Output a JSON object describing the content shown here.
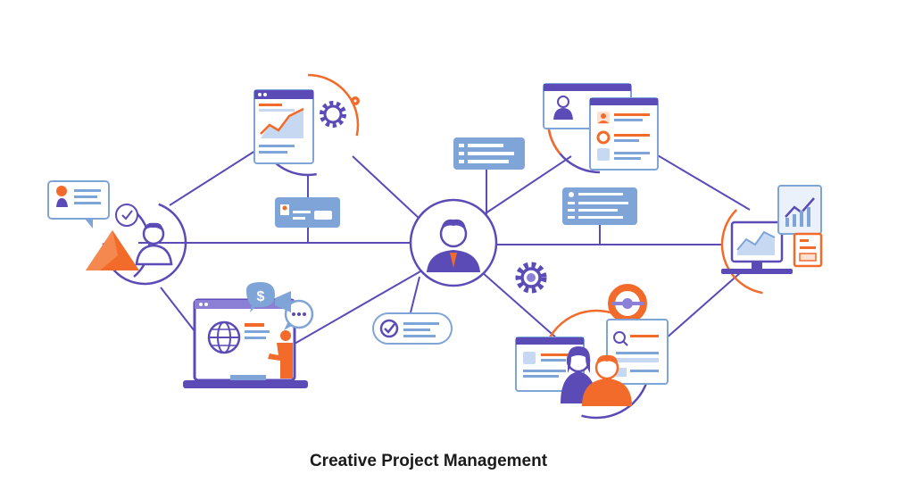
{
  "caption": "Creative Project Management",
  "palette": {
    "purple": "#5b4bb7",
    "purple_light": "#8b80d6",
    "orange": "#f26b2a",
    "blue_card": "#7fa4d8",
    "blue_card_light": "#c7d9f2",
    "line": "#5b4bb7"
  },
  "nodes": [
    {
      "id": "hub",
      "role": "central-manager"
    },
    {
      "id": "left",
      "role": "team-member-with-chat"
    },
    {
      "id": "top-left",
      "role": "analytics-report"
    },
    {
      "id": "top-right",
      "role": "profile-documents"
    },
    {
      "id": "right",
      "role": "monitor-analytics"
    },
    {
      "id": "bottom-left",
      "role": "finance-workstation"
    },
    {
      "id": "bottom-right",
      "role": "team-collaboration"
    }
  ],
  "icons": [
    "gear-icon",
    "checkmark-icon",
    "clock-icon",
    "dollar-icon",
    "globe-icon",
    "chat-icon",
    "magnifier-icon",
    "notification-badge-icon"
  ]
}
